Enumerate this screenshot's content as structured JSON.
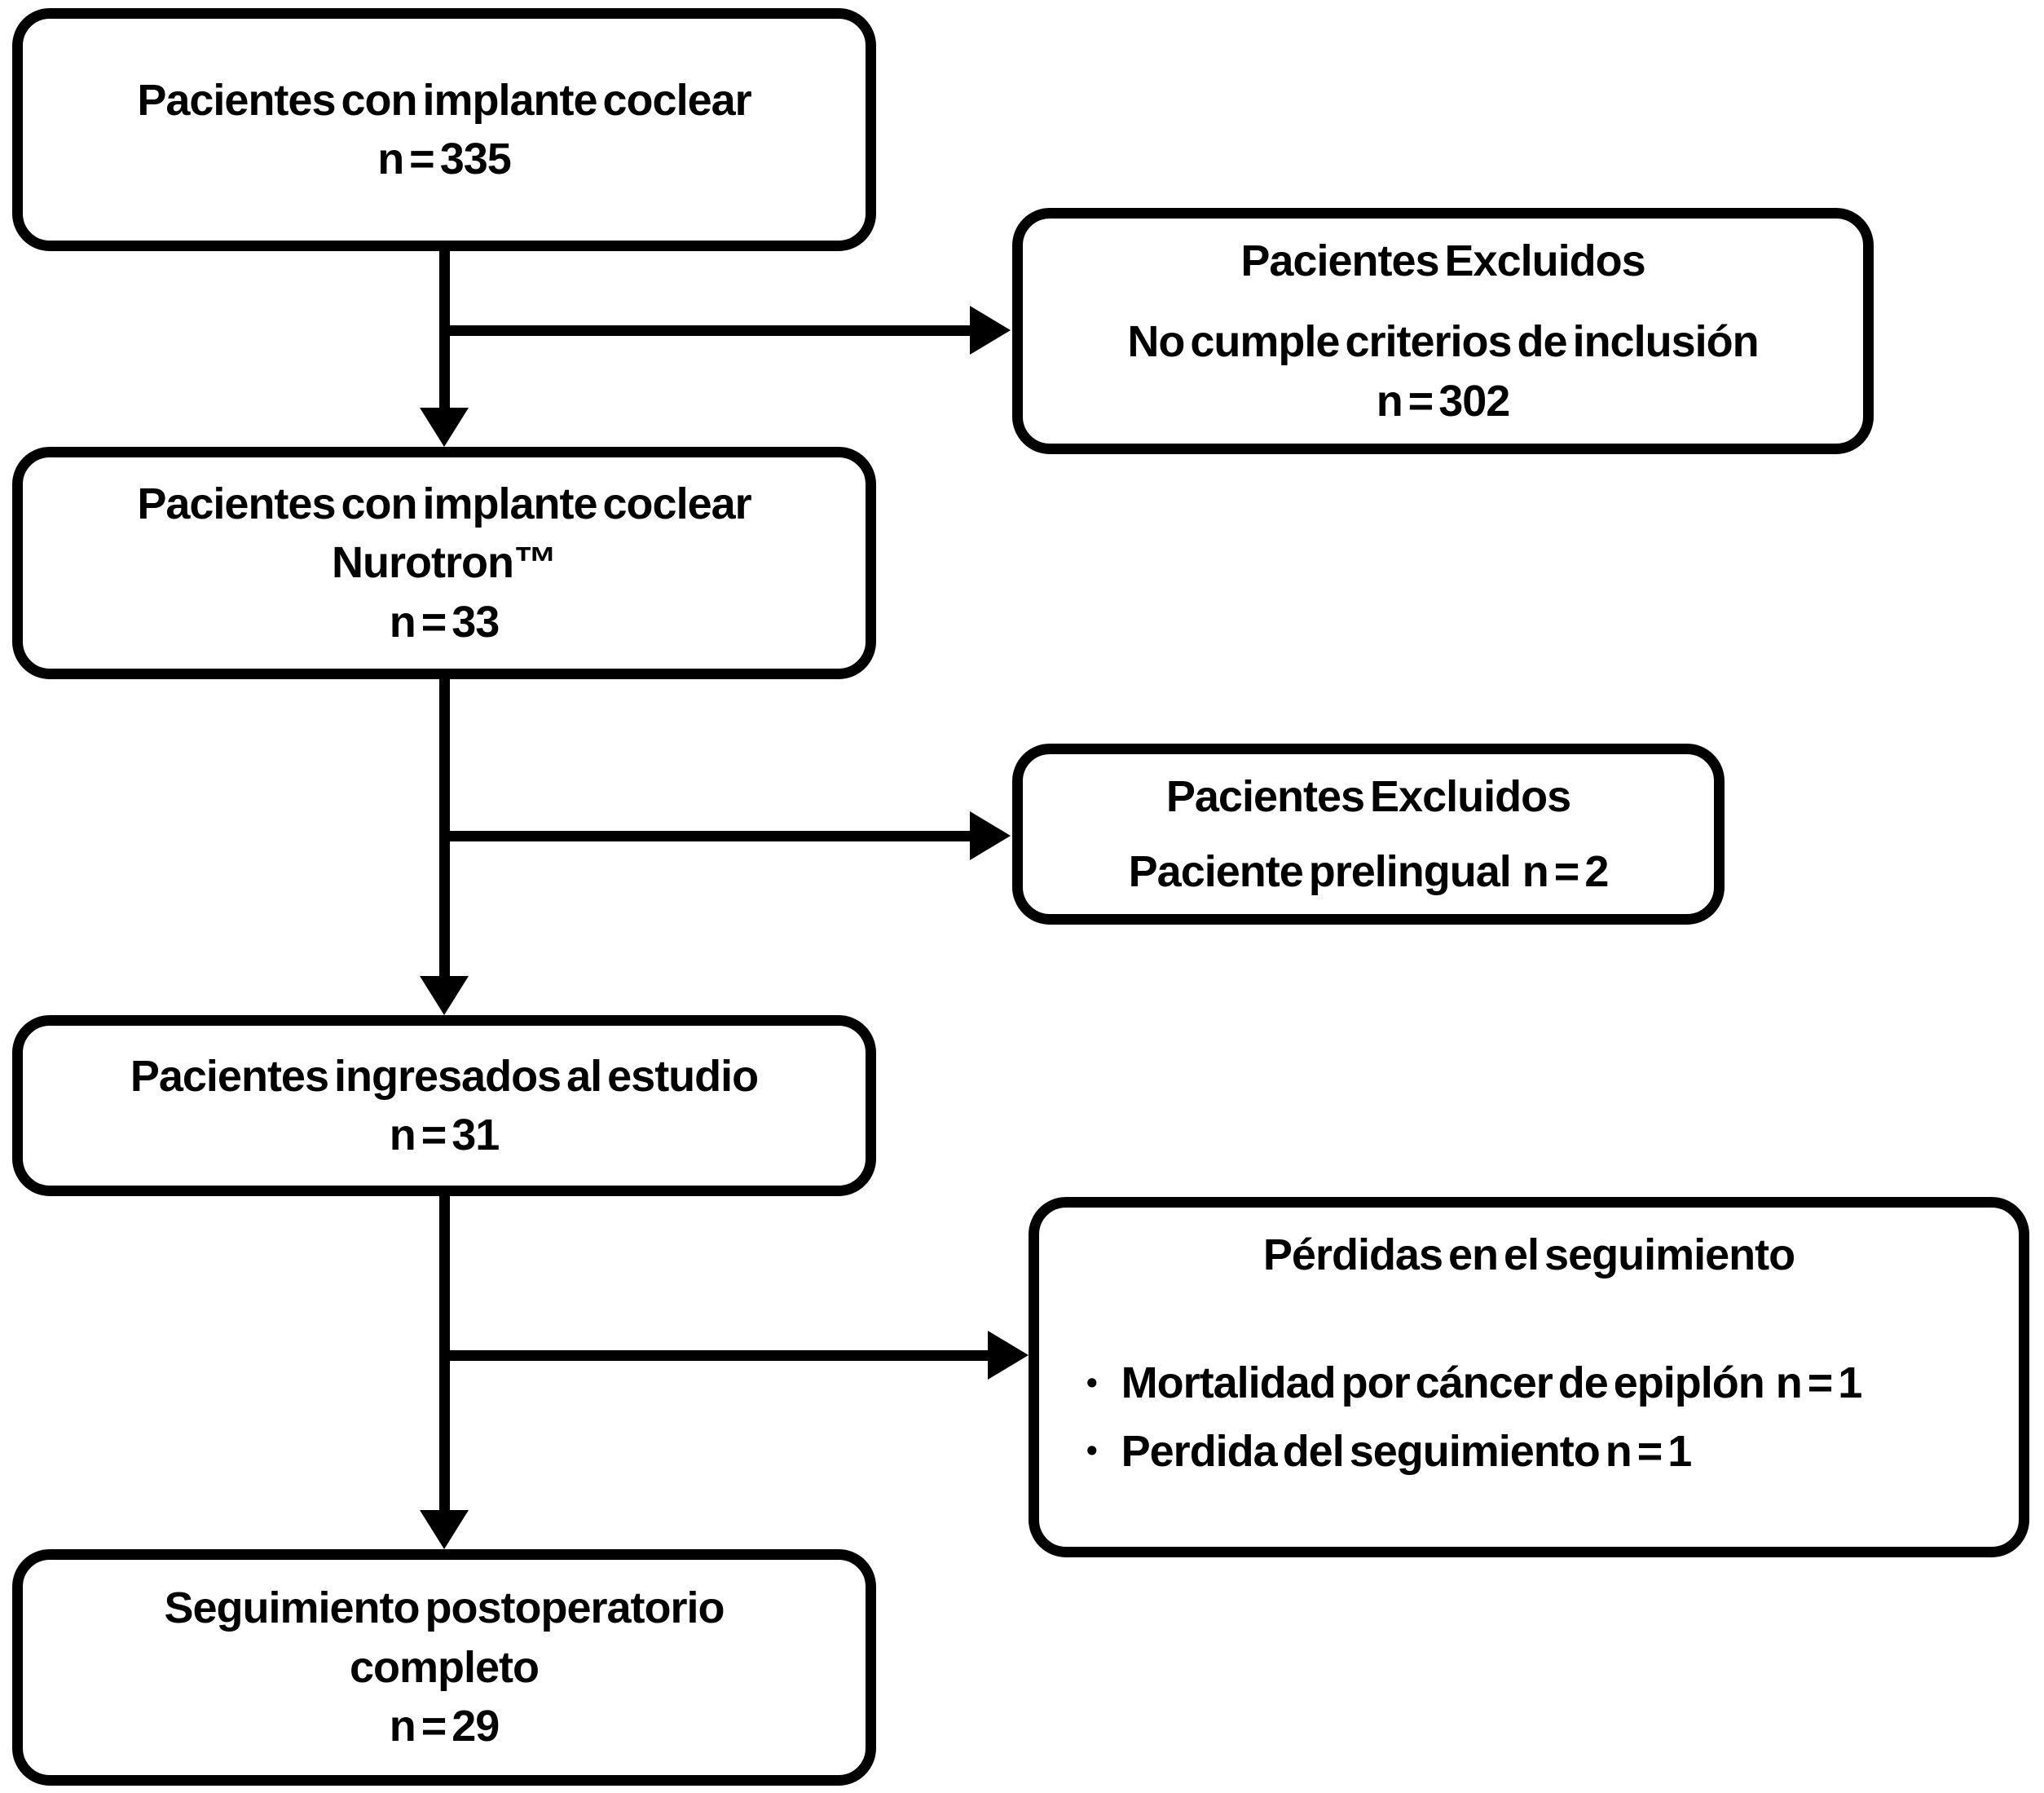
{
  "colors": {
    "stroke": "#000000",
    "background": "#ffffff",
    "text": "#000000"
  },
  "flow": {
    "step1": {
      "line1": "Pacientes con implante coclear",
      "n": "n = 335"
    },
    "excl1": {
      "title": "Pacientes Excluidos",
      "body": "No cumple criterios de inclusión",
      "n": "n = 302"
    },
    "step2": {
      "line1": "Pacientes con implante coclear",
      "line2": "Nurotron™",
      "n": "n = 33"
    },
    "excl2": {
      "title": "Pacientes Excluidos",
      "body": "Paciente prelingual  n = 2"
    },
    "step3": {
      "line1": "Pacientes ingresados al estudio",
      "n": "n = 31"
    },
    "losses": {
      "title": "Pérdidas en el seguimiento",
      "bullet": "•",
      "items": [
        "Mortalidad por cáncer de epiplón  n = 1",
        "Perdida del seguimiento n = 1"
      ]
    },
    "step4": {
      "line1": "Seguimiento postoperatorio",
      "line2": "completo",
      "n": "n = 29"
    }
  }
}
